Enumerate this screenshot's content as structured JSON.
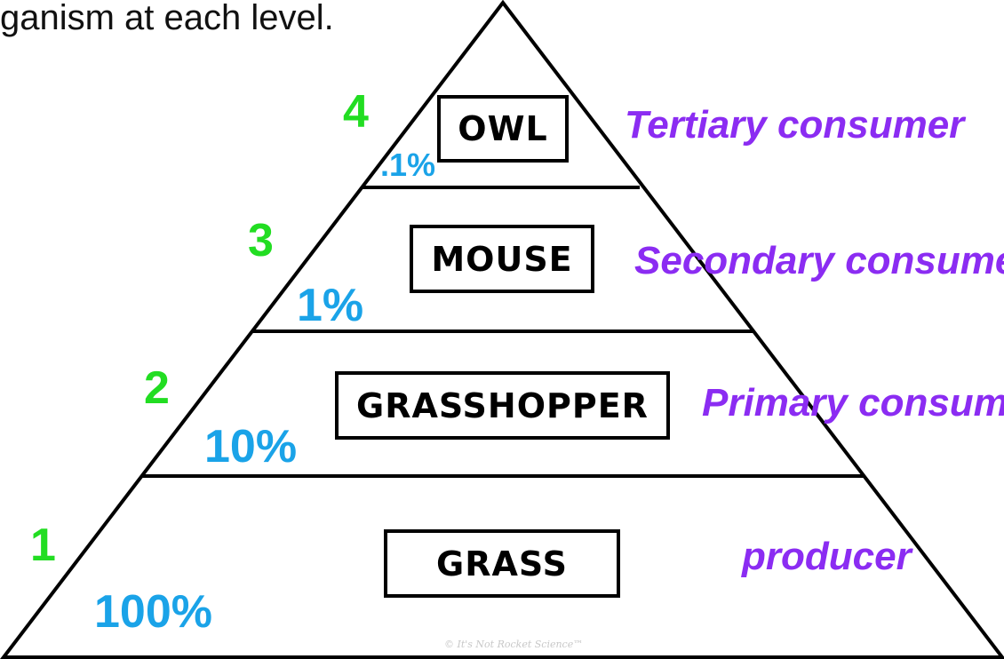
{
  "intro_text": "ganism at each level.",
  "colors": {
    "level_number": "#22dd22",
    "percent": "#1aa3e8",
    "role": "#8b2cf2",
    "outline": "#000000"
  },
  "levels": [
    {
      "number": "4",
      "organism": "OWL",
      "percent": ".1%",
      "role": "Tertiary consumer"
    },
    {
      "number": "3",
      "organism": "MOUSE",
      "percent": "1%",
      "role": "Secondary consumer"
    },
    {
      "number": "2",
      "organism": "GRASSHOPPER",
      "percent": "10%",
      "role": "Primary consumer"
    },
    {
      "number": "1",
      "organism": "GRASS",
      "percent": "100%",
      "role": "producer"
    }
  ],
  "watermark": "© It's Not Rocket Science™"
}
